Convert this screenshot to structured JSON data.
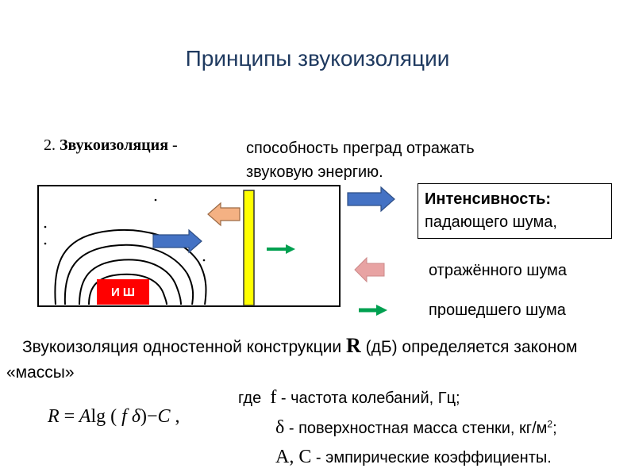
{
  "title": "Принципы звукоизоляции",
  "definition": {
    "number": "2.",
    "term": "Звукоизоляция",
    "dash": "-",
    "text_line1": "способность преград отражать",
    "text_line2": "звуковую энергию."
  },
  "diagram": {
    "source_label": "И Ш",
    "colors": {
      "incident_arrow": "#4472c4",
      "reflected_arrow": "#f4b183",
      "transmitted_arrow": "#00a050",
      "wall": "#ffff00",
      "source_badge": "#ff0000"
    }
  },
  "legend": {
    "heading": "Интенсивность:",
    "incident": "падающего шума,",
    "reflected": "отражённого шума",
    "transmitted": "прошедшего шума",
    "icons": {
      "incident": "blue-right-arrow-icon",
      "reflected": "pink-left-arrow-icon",
      "transmitted": "green-right-arrow-icon"
    }
  },
  "mass_law": {
    "text_before": "Звукоизоляция одностенной конструкции",
    "symbol": "R",
    "text_after": "(дБ) определяется законом «массы»"
  },
  "formula": {
    "R": "R",
    "eq": "=",
    "A": "A",
    "lg": "lg",
    "open": "(",
    "f": "f",
    "delta": "δ",
    "close": ")",
    "minus": "−",
    "C": "C",
    "comma": ","
  },
  "where": {
    "lead": "где",
    "f_symbol": "f",
    "f_text": "- частота колебаний, Гц;",
    "delta_symbol": "δ",
    "delta_text": "- поверхностная масса стенки, кг/м",
    "delta_sup": "2",
    "delta_end": ";",
    "ac_symbol": "А, С",
    "ac_text": "- эмпирические коэффициенты."
  }
}
